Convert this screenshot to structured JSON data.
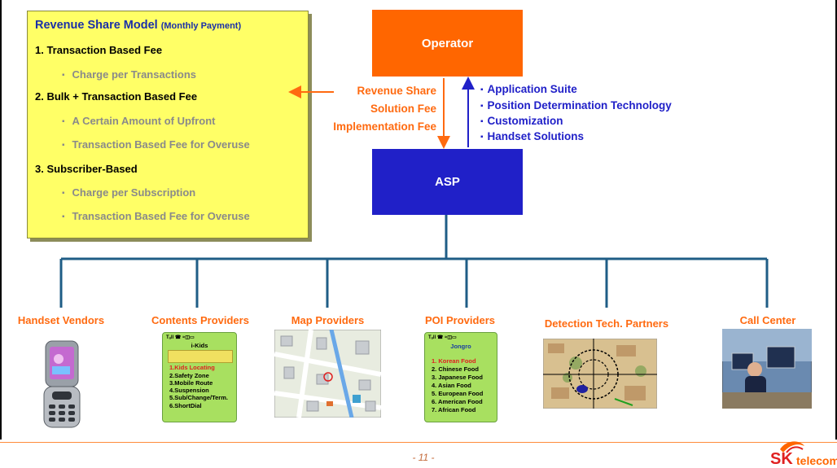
{
  "model": {
    "title": "Revenue Share Model",
    "title_note": "(Monthly Payment)",
    "sections": [
      {
        "heading": "1.  Transaction Based Fee",
        "bullets": [
          "Charge per Transactions"
        ]
      },
      {
        "heading": "2. Bulk + Transaction Based Fee",
        "bullets": [
          "A Certain Amount of Upfront",
          "Transaction Based Fee for Overuse"
        ]
      },
      {
        "heading": "3. Subscriber-Based",
        "bullets": [
          "Charge per Subscription",
          "Transaction Based Fee for Overuse"
        ]
      }
    ]
  },
  "operator_label": "Operator",
  "asp_label": "ASP",
  "fees": [
    "Revenue Share",
    "Solution Fee",
    "Implementation Fee"
  ],
  "services": [
    "Application Suite",
    "Position Determination Technology",
    "Customization",
    "Handset Solutions"
  ],
  "partners": [
    "Handset Vendors",
    "Contents Providers",
    "Map Providers",
    "POI Providers",
    "Detection Tech. Partners",
    "Call Center"
  ],
  "ikids": {
    "status": "Tₐll ☎          ≈◫▭",
    "title": "i-Kids",
    "menu": [
      "1.Kids Locating",
      "2.Safety Zone",
      "3.Mobile Route",
      "4.Suspension",
      "5.Sub/Change/Term.",
      "6.ShortDial"
    ]
  },
  "poi": {
    "status": "Tₐll ☎          ≈◫▭",
    "title": "Jongro",
    "menu": [
      "1. Korean Food",
      "2. Chinese Food",
      "3. Japanese Food",
      "4. Asian Food",
      "5. European Food",
      "6. American Food",
      "7. African Food"
    ]
  },
  "page_number": "- 11 -",
  "logo": {
    "brand": "SK",
    "suffix": "telecom"
  },
  "colors": {
    "orange": "#ff6600",
    "blue": "#2020c8",
    "yellow": "#ffff66",
    "tree": "#1f5d86"
  }
}
